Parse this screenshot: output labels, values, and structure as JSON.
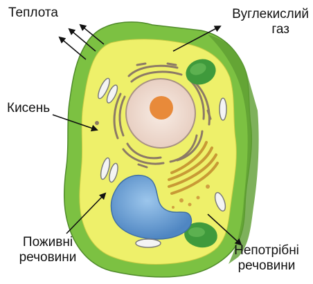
{
  "labels": {
    "heat": "Теплота",
    "co2_line1": "Вуглекислий",
    "co2_line2": "газ",
    "oxygen": "Кисень",
    "nutrients_line1": "Поживні",
    "nutrients_line2": "речовини",
    "waste_line1": "Непотрібні",
    "waste_line2": "речовини"
  },
  "colors": {
    "cell_wall": "#7cc142",
    "cytoplasm": "#eef06a",
    "vacuole": "#6fa7d9",
    "nucleus": "#f2dcd0",
    "nucleolus": "#e88a3a",
    "chloroplast": "#3f9a3c",
    "arrow": "#111111"
  }
}
